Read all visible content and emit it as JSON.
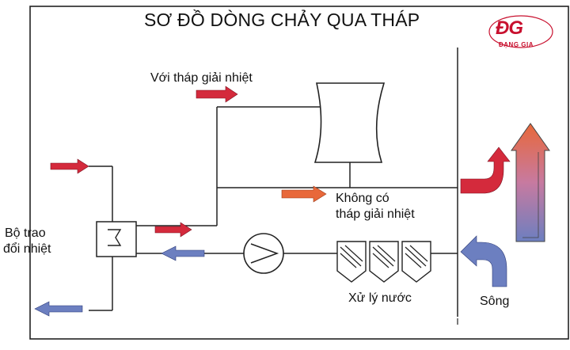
{
  "title": "SƠ ĐỒ DÒNG CHẢY QUA THÁP",
  "logo": {
    "mark": "ĐG",
    "subtitle": "ĐẠNG GIA"
  },
  "labels": {
    "with_tower": "Với tháp giải nhiệt",
    "without_tower_line1": "Không có",
    "without_tower_line2": "tháp giải nhiệt",
    "heat_exchanger_line1": "Bộ trao",
    "heat_exchanger_line2": "đổi nhiệt",
    "water_treatment": "Xử lý nước",
    "river": "Sông"
  },
  "colors": {
    "hot_arrow": "#d42a3c",
    "cold_arrow": "#6c7fc0",
    "orange_arrow": "#e8683a",
    "line": "#222222",
    "logo": "#c8102e"
  },
  "icons": [
    "cooling-tower-icon",
    "heat-exchanger-icon",
    "pump-icon",
    "filter-icon"
  ]
}
